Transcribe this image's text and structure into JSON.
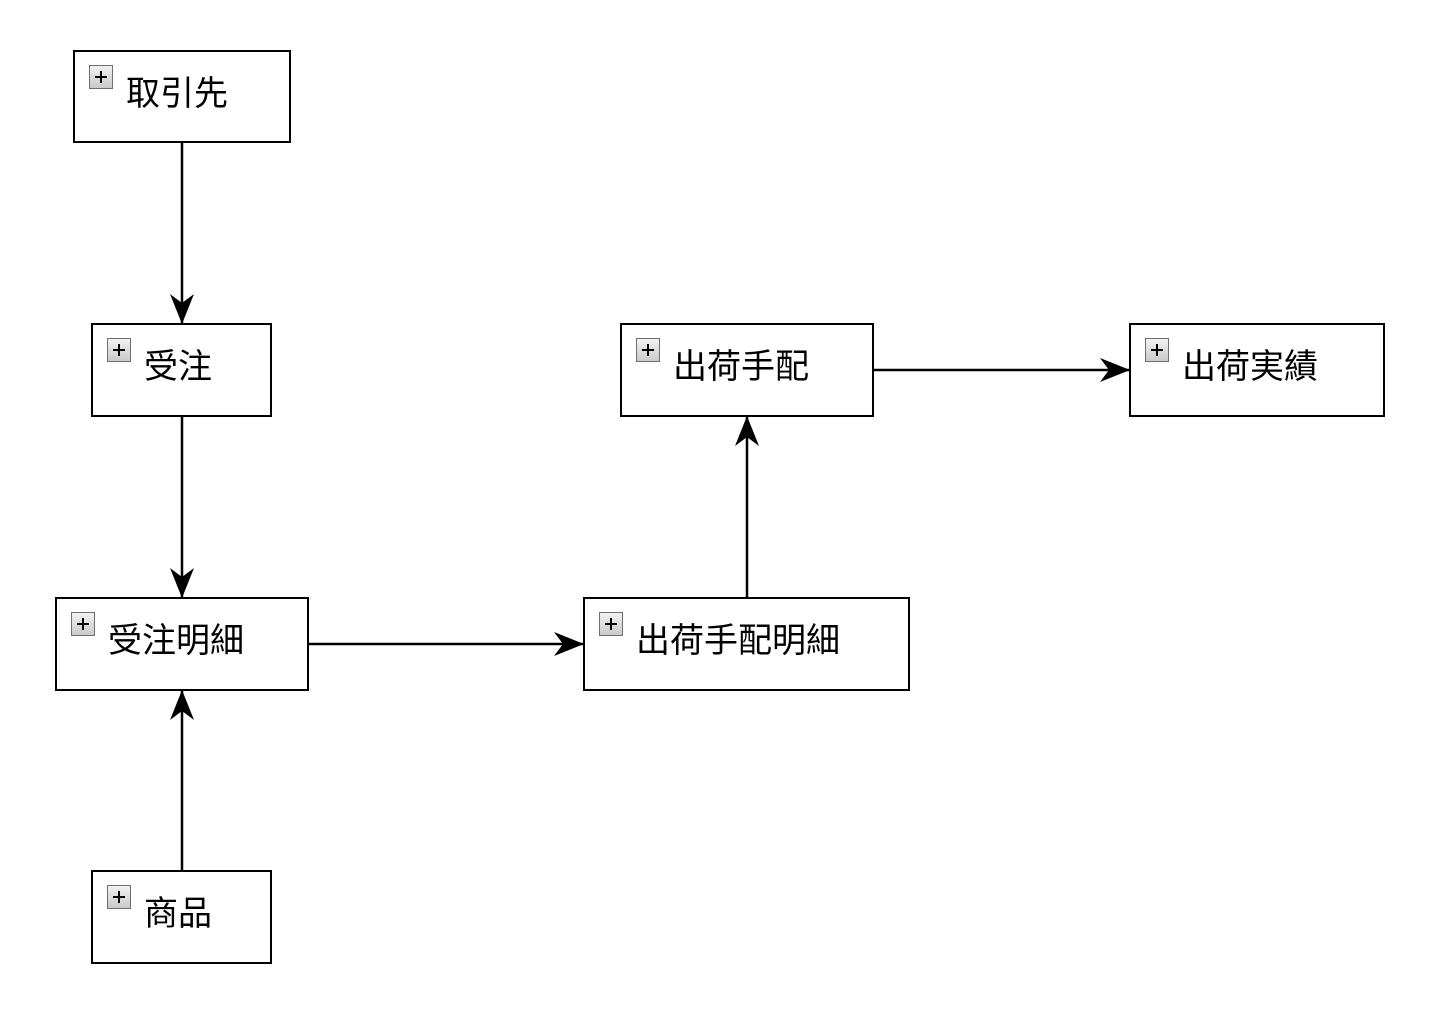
{
  "diagram": {
    "nodes": [
      {
        "id": "torihikisaki",
        "label": "取引先"
      },
      {
        "id": "juchu",
        "label": "受注"
      },
      {
        "id": "juchu_meisai",
        "label": "受注明細"
      },
      {
        "id": "shohin",
        "label": "商品"
      },
      {
        "id": "shukka_tehai_meisai",
        "label": "出荷手配明細"
      },
      {
        "id": "shukka_tehai",
        "label": "出荷手配"
      },
      {
        "id": "shukka_jisseki",
        "label": "出荷実績"
      }
    ],
    "edges": [
      {
        "from": "torihikisaki",
        "to": "juchu"
      },
      {
        "from": "juchu",
        "to": "juchu_meisai"
      },
      {
        "from": "shohin",
        "to": "juchu_meisai"
      },
      {
        "from": "juchu_meisai",
        "to": "shukka_tehai_meisai"
      },
      {
        "from": "shukka_tehai_meisai",
        "to": "shukka_tehai"
      },
      {
        "from": "shukka_tehai",
        "to": "shukka_jisseki"
      }
    ],
    "expand_icon": "plus-square-icon",
    "colors": {
      "line": "#000000",
      "node_border": "#000000",
      "node_fill": "#ffffff",
      "expand_button": "#d9d9d9"
    }
  }
}
